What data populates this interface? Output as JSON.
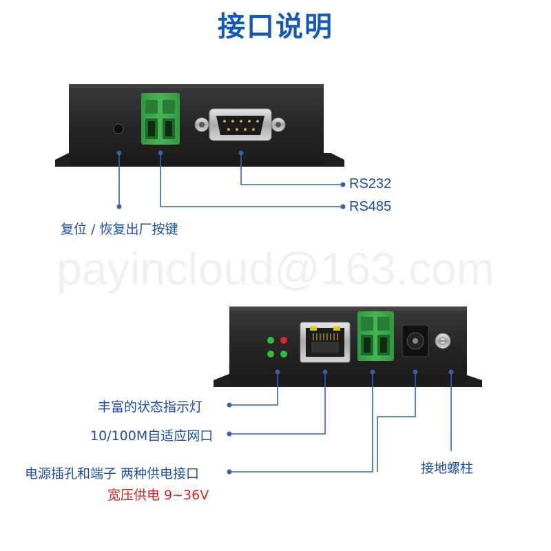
{
  "page": {
    "title": "接口说明",
    "watermark": "payincloud@163.com"
  },
  "labels": {
    "rs232": "RS232",
    "rs485": "RS485",
    "reset": "复位 / 恢复出厂按键",
    "status_led": "丰富的状态指示灯",
    "ethernet": "10/100M自适应网口",
    "power": "电源插孔和端子 两种供电接口",
    "voltage": "宽压供电 9~36V",
    "ground": "接地螺柱"
  },
  "colors": {
    "title": "#1459b8",
    "label": "#1c4f9c",
    "line": "#2f63b3",
    "voltage": "#d6231e",
    "device_body": "#2b2b2b",
    "terminal_green": "#3aa548"
  },
  "icons": {
    "reset_hole": "reset-hole-icon",
    "db9": "db9-connector-icon",
    "terminal": "terminal-block-icon",
    "rj45": "rj45-port-icon",
    "dc_jack": "dc-jack-icon",
    "ground_stud": "ground-stud-icon",
    "leds": "led-indicator-icon"
  }
}
